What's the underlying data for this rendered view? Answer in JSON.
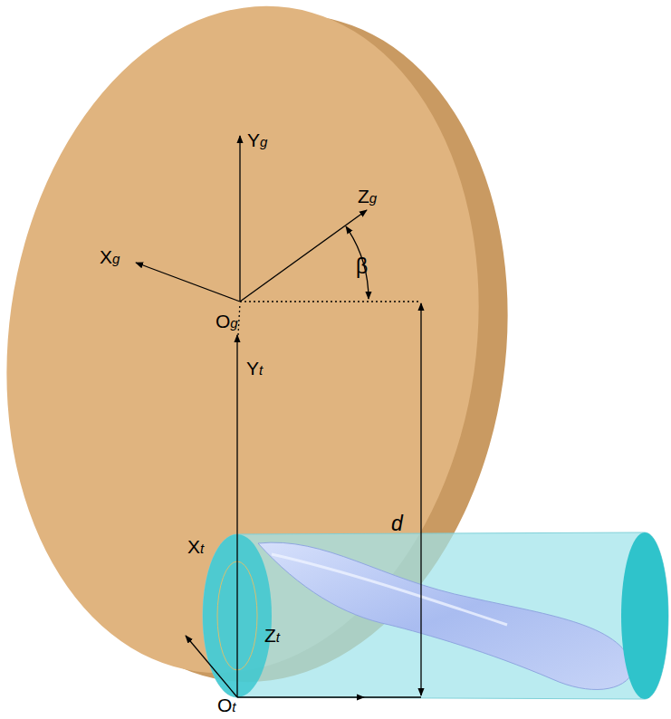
{
  "diagram": {
    "labels": [
      "Yg",
      "Zg",
      "Xg",
      "β",
      "Og",
      "d",
      "Yt",
      "Xt",
      "Zt",
      "Ot"
    ]
  }
}
